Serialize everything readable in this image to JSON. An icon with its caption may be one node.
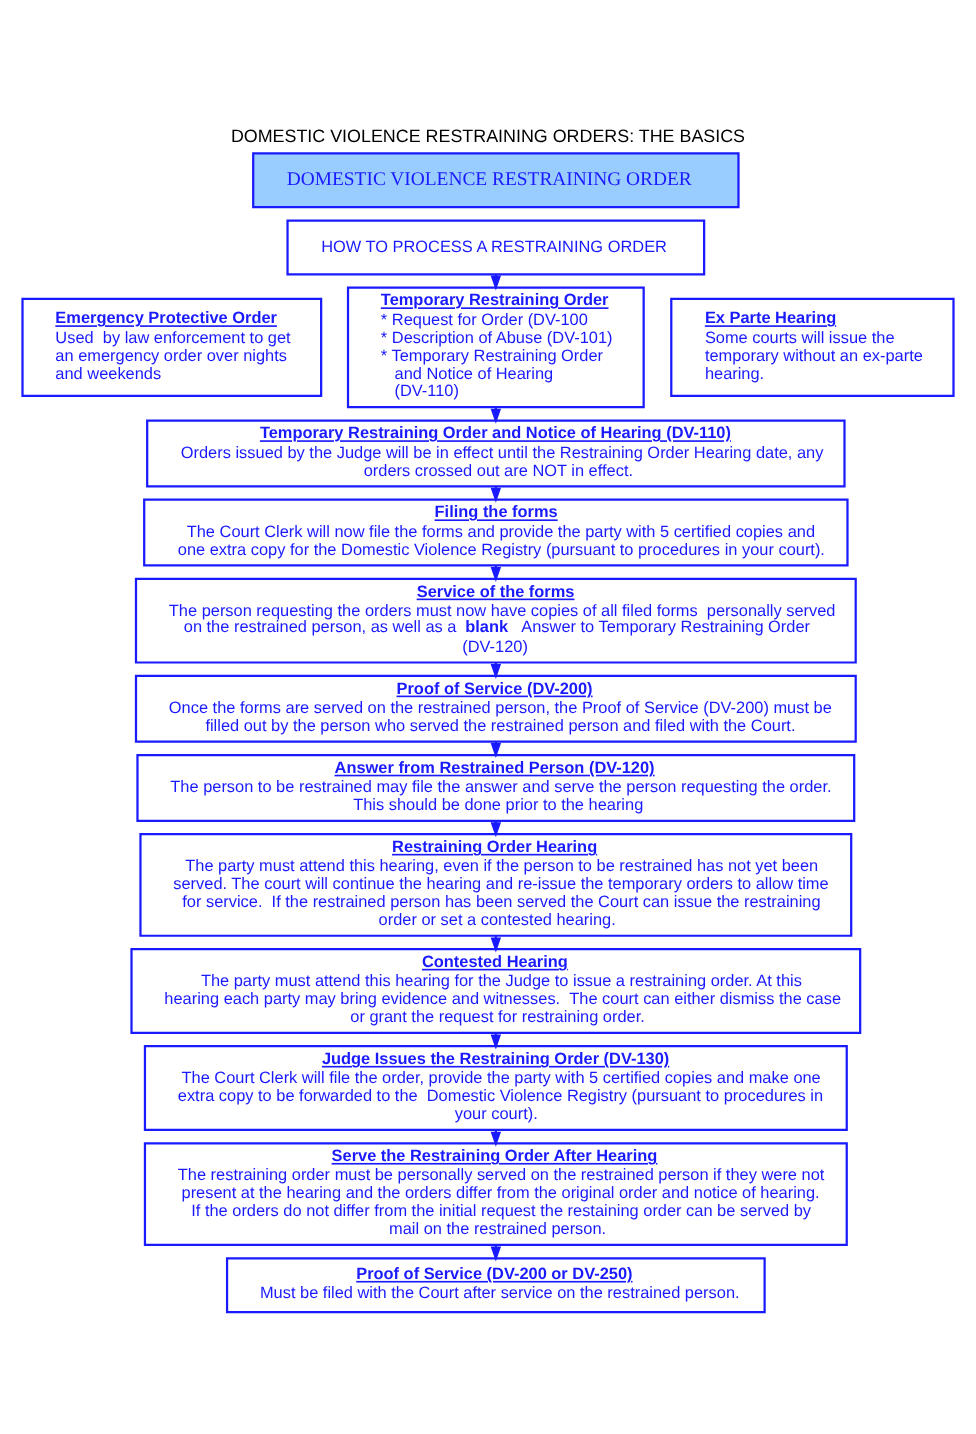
{
  "diagram": {
    "title": "DOMESTIC VIOLENCE RESTRAINING ORDERS: THE BASICS",
    "nodes": [
      {
        "text": [
          "DOMESTIC VIOLENCE RESTRAINING ORDER"
        ]
      },
      {
        "text": [
          "HOW TO PROCESS A RESTRAINING ORDER"
        ]
      },
      {
        "text": [
          "Emergency Protective Order",
          "Used  by law enforcement to get an emergency order over nights and weekends"
        ]
      },
      {
        "text": [
          "Temporary Restraining Order",
          "* Request for Order (DV-100",
          "* Description of Abuse (DV-101)",
          "* Temporary Restraining Order and Notice of Hearing (DV-110)"
        ]
      },
      {
        "text": [
          "Ex Parte Hearing",
          "Some courts will issue the temporary without an ex-parte hearing."
        ]
      },
      {
        "text": [
          "Temporary Restraining Order and Notice of Hearing (DV-110)",
          "Orders issued by the Judge will be in effect until the Restraining Order Hearing date, any orders crossed out are NOT in effect."
        ]
      },
      {
        "text": [
          "Filing the forms",
          "The Court Clerk will now file the forms and provide the party with 5 certified copies and one extra copy for the Domestic Violence Registry (pursuant to procedures in your court)."
        ]
      },
      {
        "text": [
          "Service of the forms",
          "The person requesting the orders must now have copies of all filed forms  personally served on the restrained person, as well as a **blank** Answer to Temporary Restraining Order (DV-120)"
        ]
      },
      {
        "text": [
          "Proof of Service (DV-200)",
          "Once the forms are served on the restrained person, the Proof of Service (DV-200) must be filled out by the person who served the restrained person and filed with the Court."
        ]
      },
      {
        "text": [
          "Answer from Restrained Person (DV-120)",
          "The person to be restrained may file the answer and serve the person requesting the order.  This should be done prior to the hearing"
        ]
      },
      {
        "text": [
          "Restraining Order Hearing",
          "The party must attend this hearing, even if the person to be restrained has not yet been served. The court will continue the hearing and re-issue the temporary orders to allow time for service.  If the restrained person has been served the Court can issue the restraining order or set a contested hearing."
        ]
      },
      {
        "text": [
          "Contested Hearing",
          "The party must attend this hearing for the Judge to issue a restraining order. At this hearing each party may bring evidence and witnesses.  The court can either dismiss the case or grant the request for restraining order."
        ]
      },
      {
        "text": [
          "Judge Issues the Restraining Order (DV-130)",
          "The Court Clerk will file the order, provide the party with 5 certified copies and make one extra copy to be forwarded to the  Domestic Violence Registry (pursuant to procedures in your court)."
        ]
      },
      {
        "text": [
          "Serve the Restraining Order After Hearing",
          "The restraining order must be personally served on the restrained person if they were not present at the hearing and the orders differ from the original order and notice of hearing.  If the orders do not differ from the initial request the restaining order can be served by mail on the restrained person."
        ]
      },
      {
        "text": [
          "Proof of Service (DV-200 or DV-250)",
          "Must be filed with the Court after service on the restrained person."
        ]
      }
    ],
    "edges": [
      {
        "from": 1,
        "to": 3,
        "arrow": "to"
      },
      {
        "from": 3,
        "to": 5,
        "arrow": "to"
      },
      {
        "from": 5,
        "to": 6,
        "arrow": "to"
      },
      {
        "from": 6,
        "to": 7,
        "arrow": "to"
      },
      {
        "from": 7,
        "to": 8,
        "arrow": "to"
      },
      {
        "from": 8,
        "to": 9,
        "arrow": "to"
      },
      {
        "from": 9,
        "to": 10,
        "arrow": "to"
      },
      {
        "from": 10,
        "to": 11,
        "arrow": "to"
      },
      {
        "from": 11,
        "to": 12,
        "arrow": "to"
      },
      {
        "from": 12,
        "to": 13,
        "arrow": "to"
      },
      {
        "from": 13,
        "to": 14,
        "arrow": "to"
      }
    ]
  }
}
